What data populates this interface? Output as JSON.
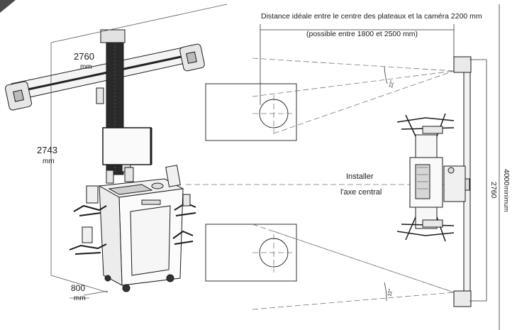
{
  "dimensions": {
    "width_value": "2760",
    "width_unit": "mm",
    "height_value": "2743",
    "height_unit": "mm",
    "depth_value": "800",
    "depth_unit": "mm"
  },
  "plan": {
    "distance_text": "Distance idéale entre le centre des plateaux et la caméra 2200 mm",
    "range_text": "(possible entre 1800 et 2500 mm)",
    "axis_line1": "Installer",
    "axis_line2": "l'axe central",
    "angle_top": "22°",
    "angle_bottom": "22°",
    "beam_length": "2760",
    "bay_width": "4000",
    "bay_note": "minimum"
  },
  "colors": {
    "line": "#1a1a1a",
    "dash": "#777777",
    "corner_tab": "#4a4a4a"
  }
}
